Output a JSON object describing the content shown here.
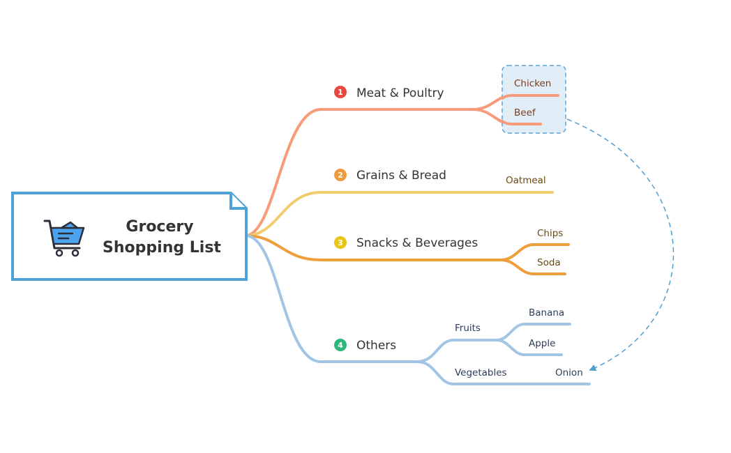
{
  "root": {
    "title_line1": "Grocery",
    "title_line2": "Shopping List",
    "icon": "shopping-cart-icon"
  },
  "branches": [
    {
      "number": "1",
      "title": "Meat & Poultry",
      "color": "#F89B7A",
      "badge_color": "#E8473F",
      "items": [
        "Chicken",
        "Beef"
      ]
    },
    {
      "number": "2",
      "title": "Grains & Bread",
      "color": "#F2CB6E",
      "badge_color": "#EE9A3D",
      "items": [
        "Oatmeal"
      ]
    },
    {
      "number": "3",
      "title": "Snacks & Beverages",
      "color": "#EE9F3C",
      "badge_color": "#E8C513",
      "items": [
        "Chips",
        "Soda"
      ]
    },
    {
      "number": "4",
      "title": "Others",
      "color": "#A2C5E6",
      "badge_color": "#2EB67D",
      "groups": [
        {
          "label": "Fruits",
          "items": [
            "Banana",
            "Apple"
          ]
        },
        {
          "label": "Vegetables",
          "items": [
            "Onion"
          ]
        }
      ]
    }
  ],
  "colors": {
    "root_border": "#4DA3D6",
    "highlight_fill": "#DCEBF7",
    "highlight_border": "#5AA3D6",
    "connector": "#4F9FD1",
    "text_meat": "#7A3B1F",
    "text_grains": "#6B4A0F",
    "text_others": "#2C3E5A"
  }
}
